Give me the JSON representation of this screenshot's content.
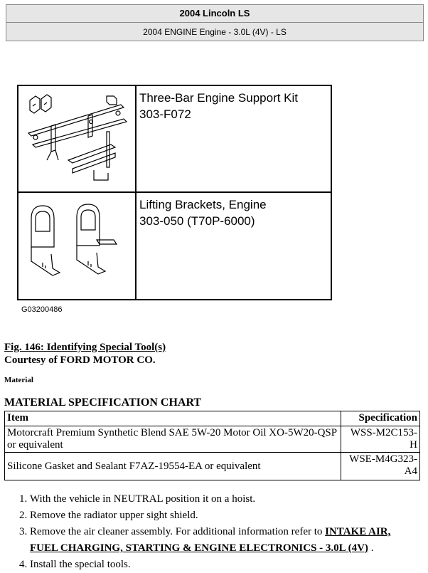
{
  "header": {
    "vehicle": "2004 Lincoln LS",
    "subtitle": "2004 ENGINE Engine - 3.0L (4V) - LS"
  },
  "tools": [
    {
      "name": "Three-Bar Engine Support Kit",
      "number": "303-F072"
    },
    {
      "name": "Lifting Brackets, Engine",
      "number": "303-050 (T70P-6000)"
    }
  ],
  "figure": {
    "code": "G03200486",
    "caption": "Fig. 146: Identifying Special Tool(s)",
    "courtesy": "Courtesy of FORD MOTOR CO."
  },
  "material_label": "Material",
  "chart": {
    "title": "MATERIAL SPECIFICATION CHART",
    "col_item": "Item",
    "col_spec": "Specification",
    "rows": [
      {
        "item": "Motorcraft Premium Synthetic Blend SAE 5W-20 Motor Oil XO-5W20-QSP or equivalent",
        "spec": "WSS-M2C153-H"
      },
      {
        "item": "Silicone Gasket and Sealant F7AZ-19554-EA or equivalent",
        "spec": "WSE-M4G323-A4"
      }
    ]
  },
  "steps": {
    "s1": "With the vehicle in NEUTRAL position it on a hoist.",
    "s2": "Remove the radiator upper sight shield.",
    "s3_text": "Remove the air cleaner assembly. For additional information refer to ",
    "s3_link": "INTAKE AIR, FUEL CHARGING, STARTING & ENGINE ELECTRONICS - 3.0L (4V)",
    "s3_end": " .",
    "s4": "Install the special tools."
  }
}
